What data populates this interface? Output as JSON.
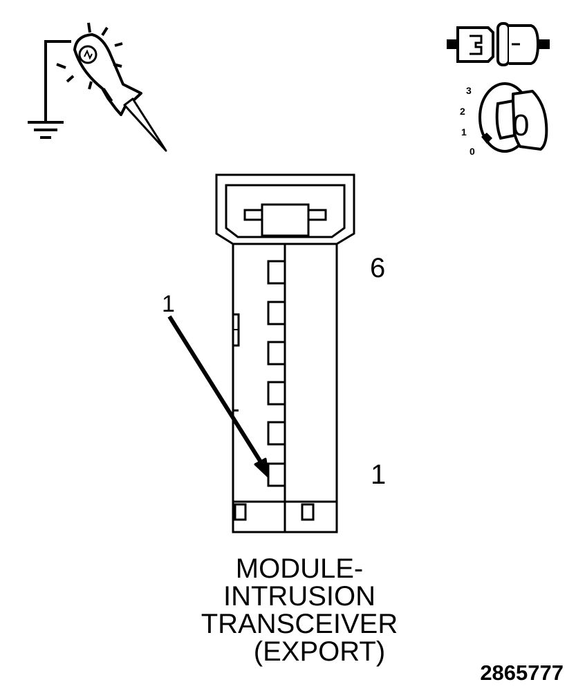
{
  "connector": {
    "pin_top_label": "6",
    "pin_bottom_label": "1",
    "callout_label": "1"
  },
  "title": {
    "line1": "MODULE-",
    "line2": "INTRUSION",
    "line3": "TRANSCEIVER",
    "line4": "(EXPORT)"
  },
  "figure_id": "2865777",
  "ignition": {
    "positions": [
      "3",
      "2",
      "1",
      "0"
    ],
    "key_position": "0"
  },
  "icons": [
    "test-light-probe-icon",
    "ground-symbol-icon",
    "disconnected-connector-icon",
    "ignition-key-icon"
  ]
}
